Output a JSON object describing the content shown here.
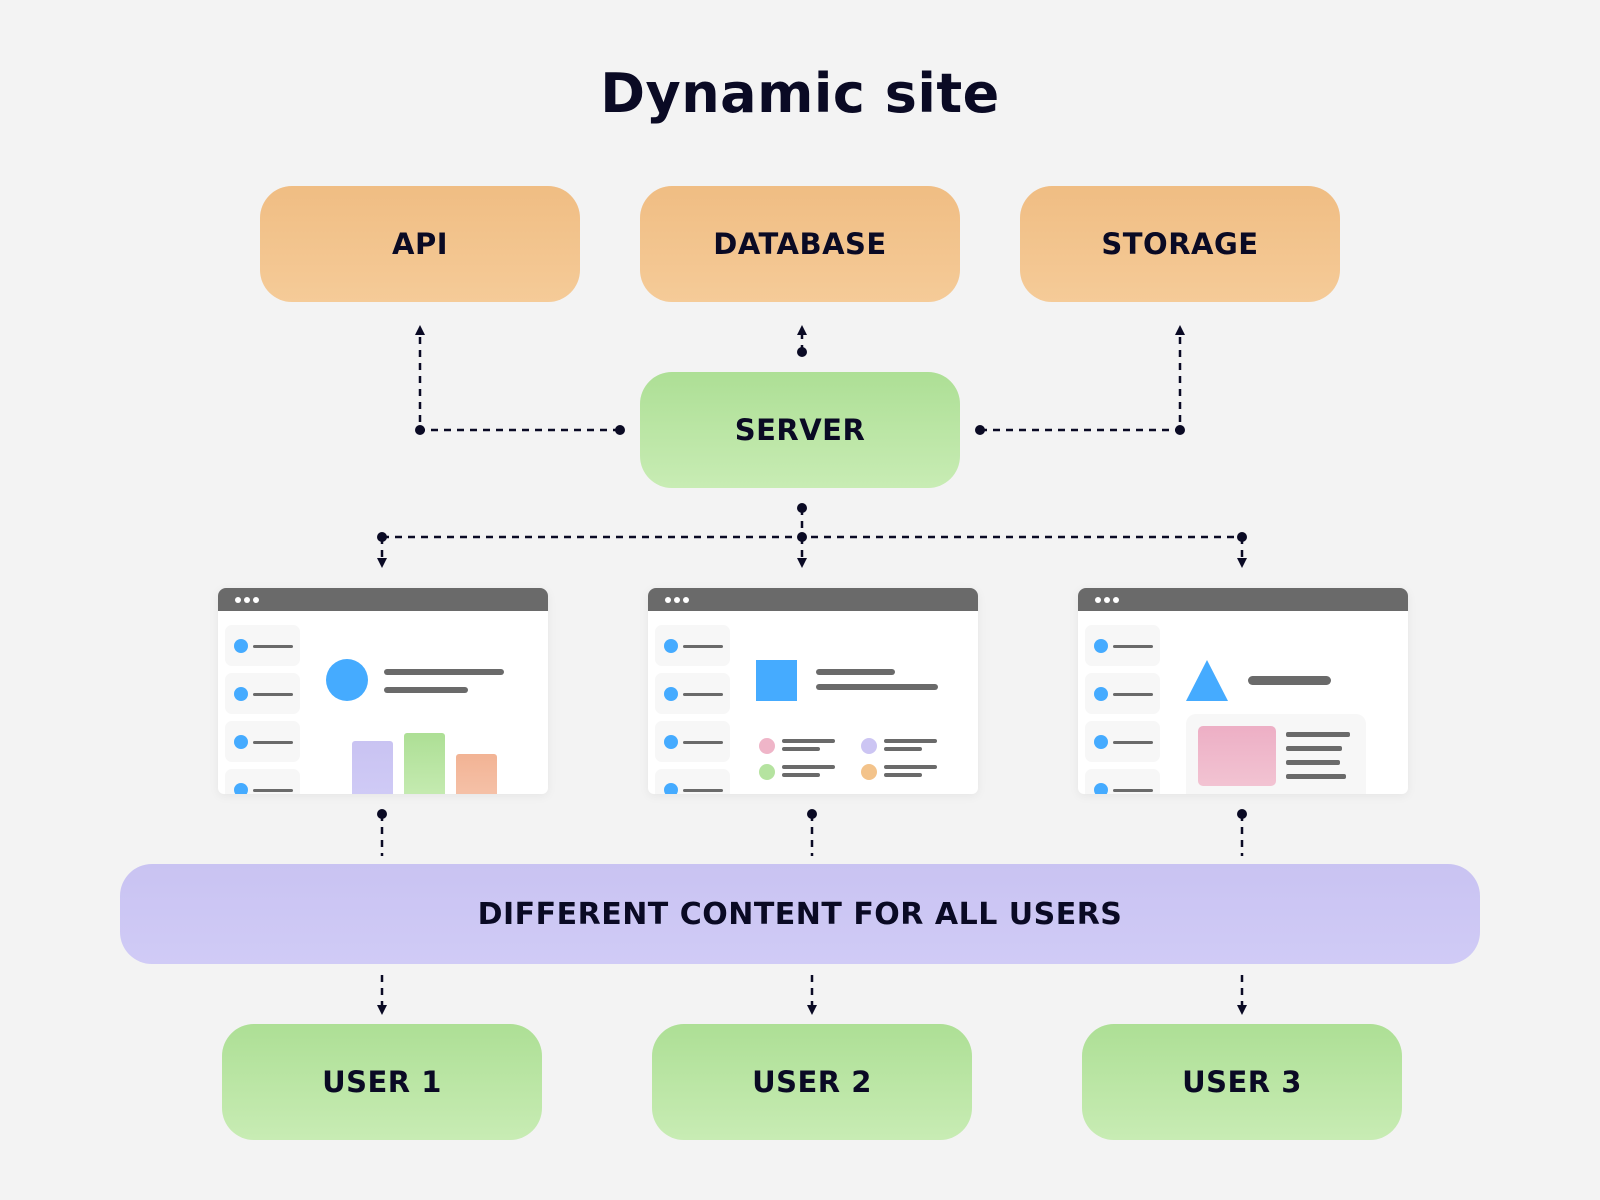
{
  "title": "Dynamic site",
  "sources": [
    {
      "label": "API",
      "color": "#f2c089"
    },
    {
      "label": "DATABASE",
      "color": "#f2c089"
    },
    {
      "label": "STORAGE",
      "color": "#f2c089"
    }
  ],
  "server": {
    "label": "SERVER",
    "color": "#b5e3a0"
  },
  "pages": [
    {
      "shape": "circle",
      "accent": "#45abff",
      "widgets": [
        "bar-chart"
      ],
      "bar_colors": [
        "#ccc5f3",
        "#b5e3a0",
        "#f4b9a0"
      ]
    },
    {
      "shape": "square",
      "accent": "#45abff",
      "widgets": [
        "legend-list"
      ],
      "legend_colors": [
        "#efb5c8",
        "#ccc5f3",
        "#b5e3a0",
        "#f3c38b"
      ]
    },
    {
      "shape": "triangle",
      "accent": "#45abff",
      "widgets": [
        "media-card"
      ],
      "card_color": "#efb5c8"
    }
  ],
  "content_bar": {
    "label": "DIFFERENT CONTENT FOR ALL USERS",
    "color": "#cbc5f4"
  },
  "users": [
    {
      "label": "USER 1"
    },
    {
      "label": "USER 2"
    },
    {
      "label": "USER 3"
    }
  ],
  "colors": {
    "background": "#f3f3f3",
    "ink": "#0a0a24",
    "browser_bar": "#6a6a6a",
    "accent_blue": "#45abff"
  }
}
